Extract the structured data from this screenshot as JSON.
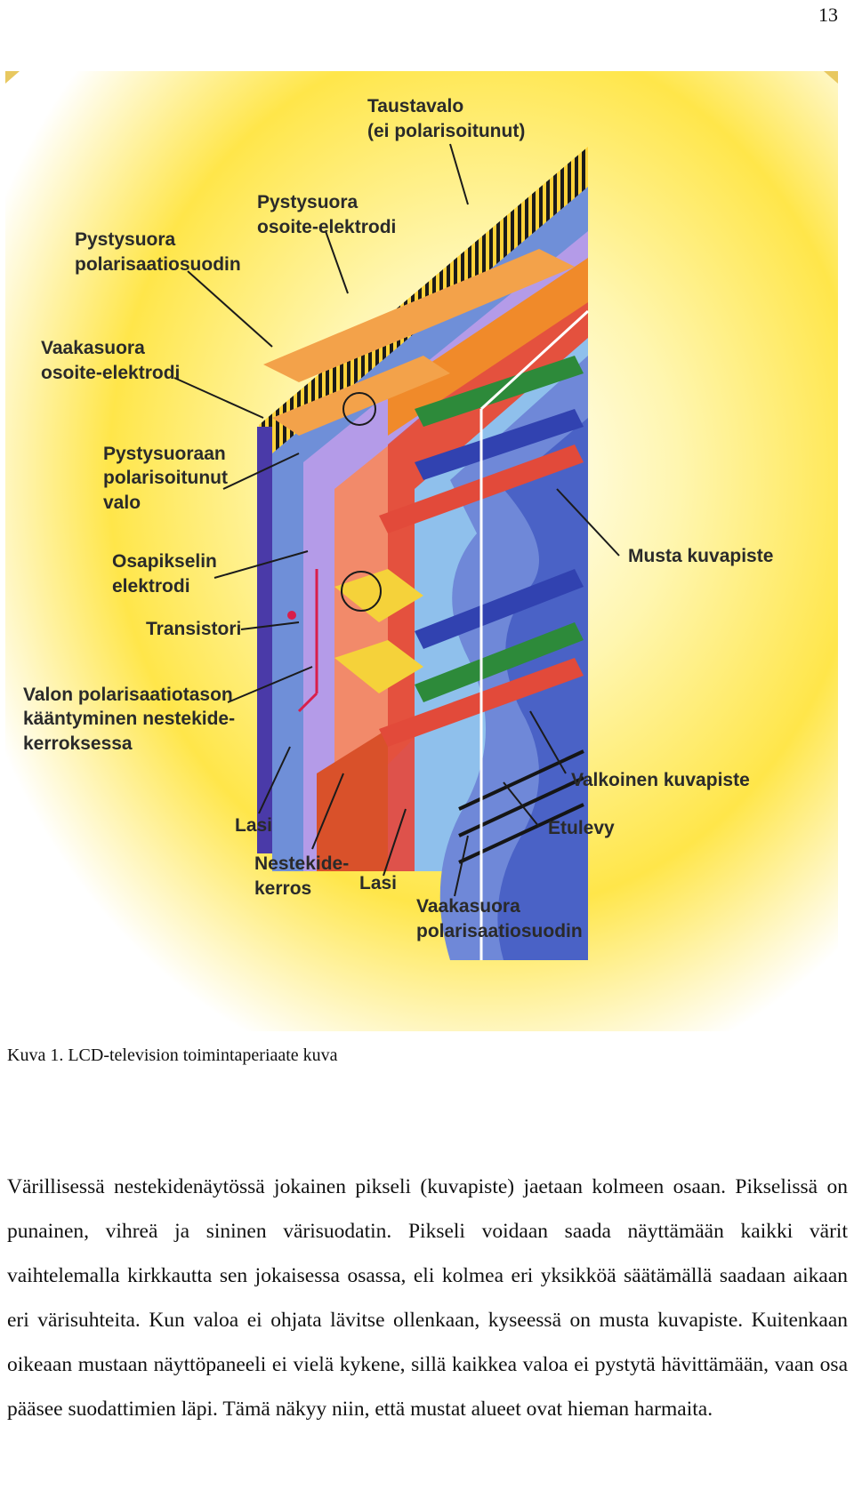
{
  "page_number": "13",
  "figure": {
    "labels": {
      "taustavalo": [
        "Taustavalo",
        "(ei polarisoitunut)"
      ],
      "pystysuora_osoite": [
        "Pystysuora",
        "osoite-elektrodi"
      ],
      "pystysuora_polarisaatio": [
        "Pystysuora",
        "polarisaatiosuodin"
      ],
      "vaakasuora_osoite": [
        "Vaakasuora",
        "osoite-elektrodi"
      ],
      "pystysuoraan_polarisoitunut": [
        "Pystysuoraan",
        "polarisoitunut",
        "valo"
      ],
      "osapikselin": [
        "Osapikselin",
        "elektrodi"
      ],
      "transistori": [
        "Transistori"
      ],
      "valon_polarisaatio": [
        "Valon polarisaatiotason",
        "kääntyminen nestekide-",
        "kerroksessa"
      ],
      "lasi_1": [
        "Lasi"
      ],
      "nestekide": [
        "Nestekide-",
        "kerros"
      ],
      "lasi_2": [
        "Lasi"
      ],
      "vaakasuora_polarisaatio": [
        "Vaakasuora",
        "polarisaatiosuodin"
      ],
      "musta": [
        "Musta kuvapiste"
      ],
      "valkoinen": [
        "Valkoinen kuvapiste"
      ],
      "etulevy": [
        "Etulevy"
      ]
    }
  },
  "caption": "Kuva 1. LCD-television toimintaperiaate kuva",
  "paragraph": "Värillisessä nestekidenäytössä jokainen pikseli (kuvapiste) jaetaan kolmeen osaan. Pikselissä on punainen, vihreä ja sininen värisuodatin. Pikseli voidaan saada näyttämään kaikki värit vaihtelemalla kirkkautta sen jokaisessa osassa, eli kolmea eri yksikköä säätämällä saadaan aikaan eri värisuhteita. Kun valoa ei ohjata lävitse ollenkaan, kyseessä on musta kuvapiste. Kuitenkaan oikeaan mustaan näyttöpaneeli ei vielä kykene, sillä kaikkea valoa ei pystytä hävittämään, vaan osa pääsee suodattimien läpi. Tämä näkyy niin, että mustat alueet ovat hieman harmaita."
}
